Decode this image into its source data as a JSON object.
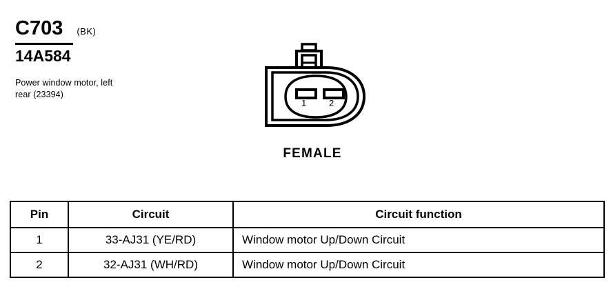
{
  "header": {
    "connector_id": "C703",
    "color_code": "(BK)",
    "part_number": "14A584",
    "description": "Power window motor, left rear (23394)"
  },
  "connector": {
    "gender_label": "FEMALE",
    "terminal_labels": [
      "1",
      "2"
    ],
    "outline_color": "#000000"
  },
  "table": {
    "headers": [
      "Pin",
      "Circuit",
      "Circuit function"
    ],
    "rows": [
      {
        "pin": "1",
        "circuit": "33-AJ31 (YE/RD)",
        "function": "Window motor Up/Down Circuit"
      },
      {
        "pin": "2",
        "circuit": "32-AJ31 (WH/RD)",
        "function": "Window motor Up/Down Circuit"
      }
    ]
  }
}
